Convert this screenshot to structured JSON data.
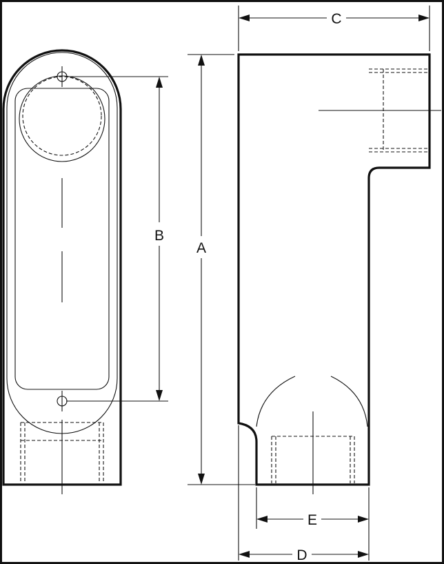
{
  "dimensions": {
    "a": "A",
    "b": "B",
    "c": "C",
    "d": "D",
    "e": "E"
  },
  "colors": {
    "line": "#111111",
    "background": "#ffffff"
  }
}
